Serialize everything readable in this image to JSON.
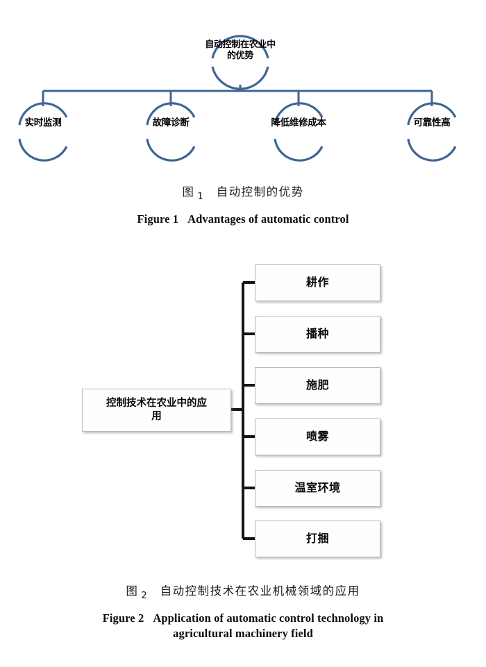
{
  "figure1": {
    "root": {
      "label": "自动控制在农业中\n的优势"
    },
    "leaves": [
      {
        "label": "实时监测"
      },
      {
        "label": "故障诊断"
      },
      {
        "label": "降低维修成本"
      },
      {
        "label": "可靠性高"
      }
    ],
    "accent_color": "#3d6694",
    "caption_cn_prefix": "图",
    "caption_cn_number": "1",
    "caption_cn_text": "自动控制的优势",
    "caption_en_prefix": "Figure 1",
    "caption_en_text": "Advantages of automatic control"
  },
  "figure2": {
    "parent": {
      "label": "控制技术在农业中的应\n用"
    },
    "children": [
      {
        "label": "耕作"
      },
      {
        "label": "播种"
      },
      {
        "label": "施肥"
      },
      {
        "label": "喷雾"
      },
      {
        "label": "温室环境"
      },
      {
        "label": "打捆"
      }
    ],
    "connector_color": "#151515",
    "box_border_color": "#b9b9b9",
    "caption_cn_prefix": "图",
    "caption_cn_number": "2",
    "caption_cn_text": "自动控制技术在农业机械领域的应用",
    "caption_en_prefix": "Figure 2",
    "caption_en_line1": "Application of automatic control technology in",
    "caption_en_line2": "agricultural machinery field"
  }
}
